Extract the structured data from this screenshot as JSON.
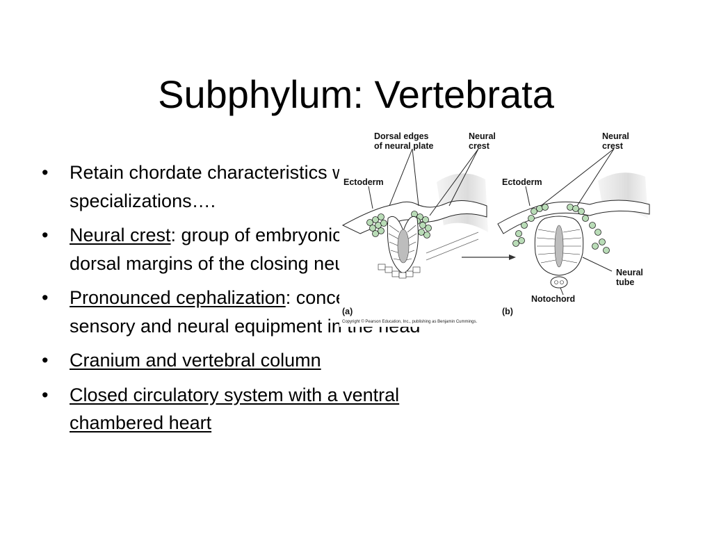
{
  "slide": {
    "title": "Subphylum: Vertebrata",
    "bullets": [
      {
        "parts": [
          {
            "text": "Retain chordate characteristics with specializations….",
            "underline": false
          }
        ]
      },
      {
        "parts": [
          {
            "text": "Neural crest",
            "underline": true
          },
          {
            "text": ":  group of embryonic cells near dorsal margins of the closing neural tube",
            "underline": false
          }
        ]
      },
      {
        "parts": [
          {
            "text": "Pronounced cephalization",
            "underline": true
          },
          {
            "text": ":  concentration of sensory and neural equipment in the head",
            "underline": false
          }
        ]
      },
      {
        "parts": [
          {
            "text": "Cranium and vertebral column",
            "underline": true
          }
        ]
      },
      {
        "parts": [
          {
            "text": "Closed circulatory system with a ventral chambered heart",
            "underline": true
          }
        ]
      }
    ]
  },
  "figure": {
    "labels": {
      "dorsal_edges": [
        "Dorsal edges",
        "of neural plate"
      ],
      "neural_crest_a": [
        "Neural",
        "crest"
      ],
      "neural_crest_b": [
        "Neural",
        "crest"
      ],
      "ectoderm_a": "Ectoderm",
      "ectoderm_b": "Ectoderm",
      "neural_tube": [
        "Neural",
        "tube"
      ],
      "notochord": "Notochord",
      "panel_a": "(a)",
      "panel_b": "(b)",
      "copyright": "Copyright © Pearson Education, Inc., publishing as Benjamin Cummings."
    },
    "colors": {
      "crest_green": "#b9dcb7",
      "notochord_gray": "#bdbdbd",
      "tissue_shade": "#e8e8e8"
    }
  }
}
